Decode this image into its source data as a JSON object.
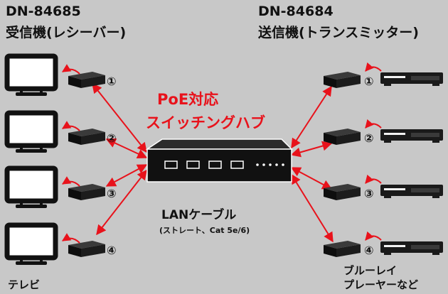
{
  "receiver": {
    "model": "DN-84685",
    "role": "受信機(レシーバー)",
    "ports": [
      "①",
      "②",
      "③",
      "④"
    ],
    "device_label": "テレビ"
  },
  "transmitter": {
    "model": "DN-84684",
    "role": "送信機(トランスミッター)",
    "ports": [
      "①",
      "②",
      "③",
      "④"
    ],
    "device_label": [
      "ブルーレイ",
      "プレーヤーなど"
    ]
  },
  "hub": {
    "label": [
      "PoE対応",
      "スイッチングハブ"
    ]
  },
  "cable": {
    "label": "LANケーブル",
    "spec": "(ストレート、Cat 5e/6)"
  },
  "colors": {
    "background": "#c8c8c8",
    "arrow": "#e8121b",
    "device": "#111111"
  },
  "icons": [
    "tv-icon",
    "extender-box-icon",
    "bluray-player-icon",
    "switch-hub-icon"
  ]
}
